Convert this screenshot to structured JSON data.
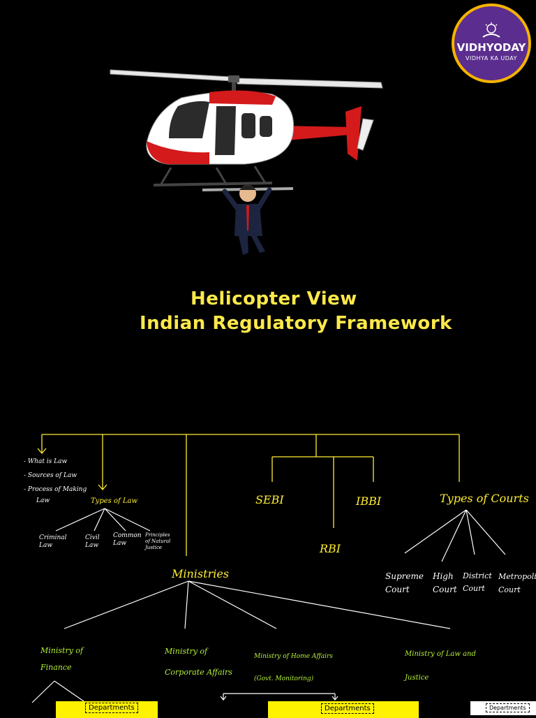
{
  "brand": {
    "name": "VIDHYODAY",
    "tagline": "VIDHYA KA UDAY"
  },
  "title": {
    "line1": "Helicopter View",
    "line2": "Indian Regulatory Framework"
  },
  "law": {
    "notes": [
      "- What is Law",
      "- Sources of Law",
      "- Process of Making",
      "Law"
    ],
    "types_label": "Types of Law",
    "types": [
      "Criminal Law",
      "Civil Law",
      "Common Law",
      "Principles of Natural Justice"
    ]
  },
  "regulators": [
    "SEBI",
    "RBI",
    "IBBI"
  ],
  "courts": {
    "label": "Types of Courts",
    "items": [
      "Supreme Court",
      "High Court",
      "District Court",
      "Metropolitan Court"
    ]
  },
  "ministries": {
    "label": "Ministries",
    "items": [
      "Ministry of Finance",
      "Ministry of Corporate Affairs",
      "Ministry of Home Affairs (Govt. Monitoring)",
      "Ministry of Law and Justice"
    ]
  },
  "departments_label": "Departments",
  "colors": {
    "title": "#ffe94a",
    "lines": "#ffee33",
    "ministry_text": "#b6f23a",
    "dept_box": "#fff200"
  }
}
